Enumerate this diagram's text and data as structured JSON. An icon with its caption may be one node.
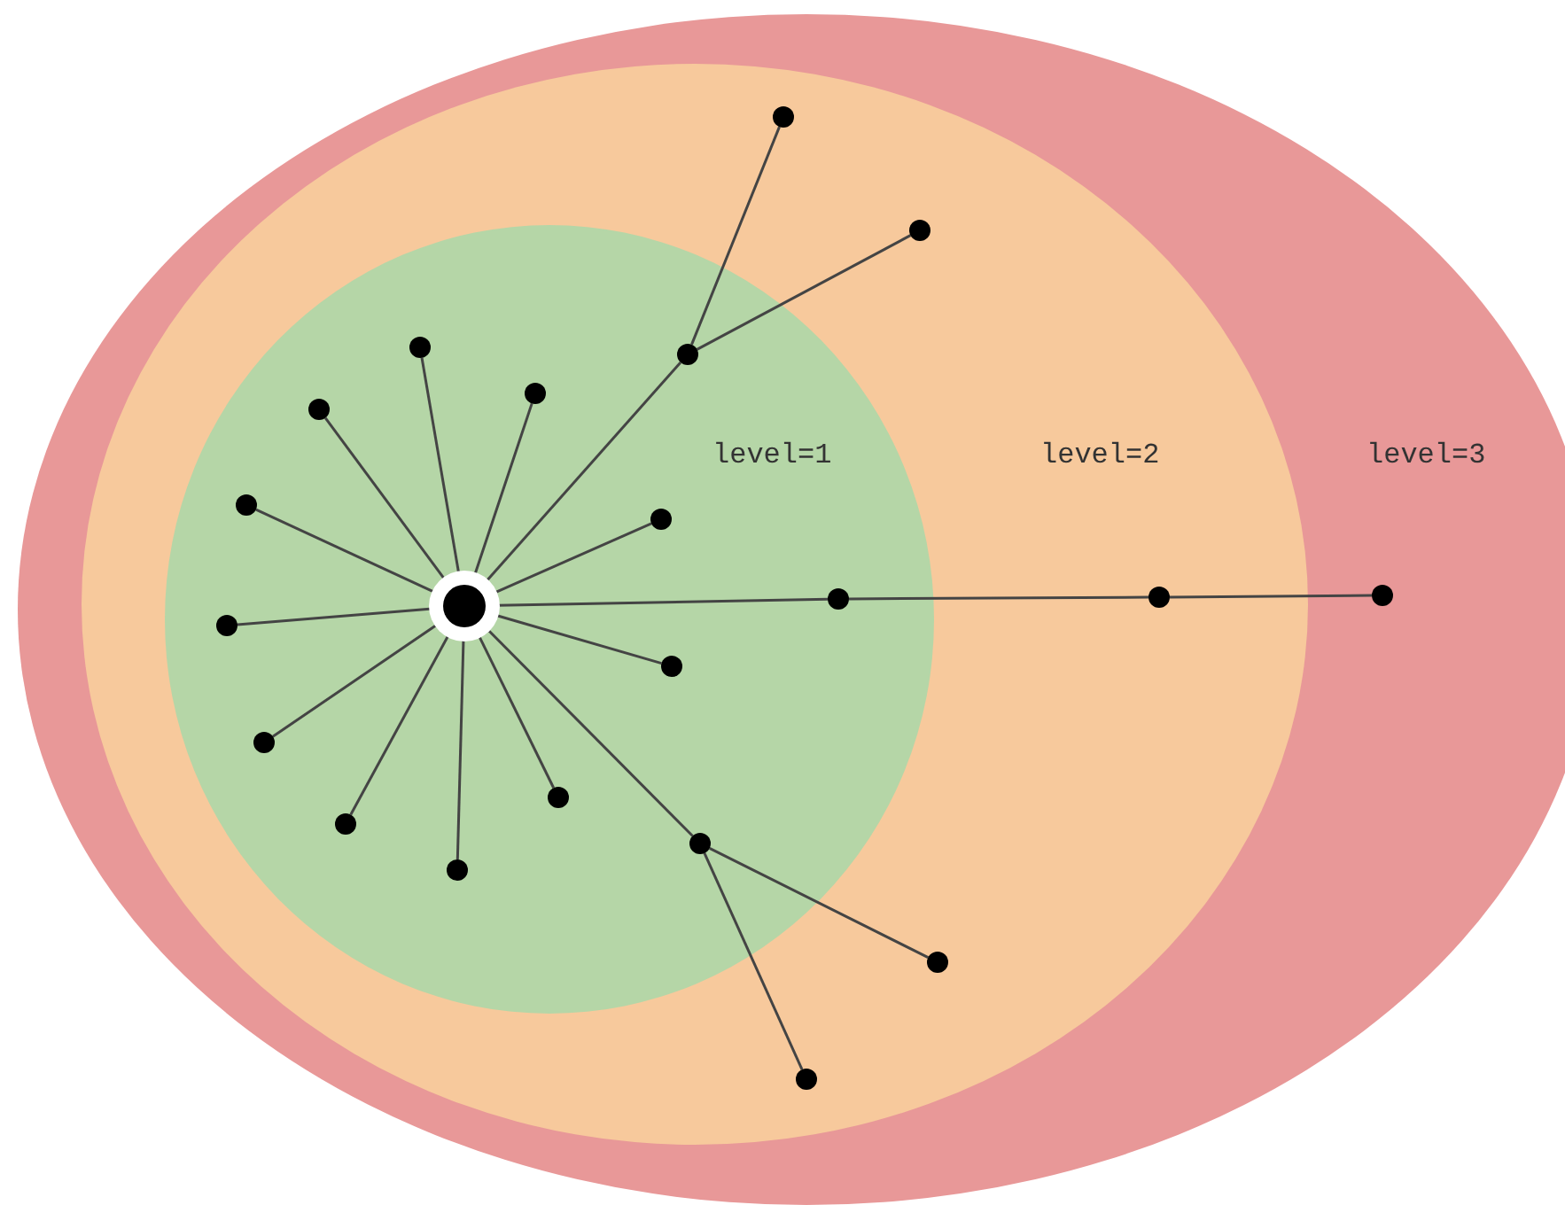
{
  "diagram": {
    "nodes": [
      {
        "text": [
          "level=3"
        ]
      },
      {
        "text": [
          "level=2"
        ],
        "in": 0
      },
      {
        "text": [
          "level=1"
        ],
        "in": 1
      },
      {
        "text": [],
        "shape": "circle",
        "in": 2
      },
      {
        "text": [],
        "shape": "circle",
        "in": 1
      },
      {
        "text": [],
        "shape": "circle",
        "in": 1
      },
      {
        "text": [],
        "shape": "circle",
        "in": 2
      },
      {
        "text": [],
        "shape": "circle",
        "in": 2
      },
      {
        "text": [],
        "shape": "circle",
        "in": 2
      },
      {
        "text": [],
        "shape": "circle",
        "in": 2
      },
      {
        "text": [],
        "shape": "circle",
        "in": 2
      },
      {
        "text": [],
        "shape": "circle",
        "in": 2
      },
      {
        "text": [],
        "shape": "circle",
        "in": 0
      },
      {
        "text": [],
        "shape": "circle",
        "in": 1
      },
      {
        "text": [],
        "shape": "circle",
        "in": 2
      },
      {
        "text": [],
        "shape": "circle",
        "in": 2
      },
      {
        "text": [],
        "shape": "circle",
        "in": 2
      },
      {
        "text": [],
        "shape": "circle",
        "in": 2
      },
      {
        "text": [],
        "shape": "circle",
        "in": 2
      },
      {
        "text": [],
        "shape": "circle",
        "in": 2
      },
      {
        "text": [],
        "shape": "circle",
        "in": 2
      },
      {
        "text": [],
        "shape": "circle",
        "in": 2
      },
      {
        "text": [],
        "shape": "circle",
        "in": 1
      },
      {
        "text": [],
        "shape": "circle",
        "in": 1
      }
    ],
    "edges": [
      {
        "from": 3,
        "to": 6,
        "arrow": "none"
      },
      {
        "from": 3,
        "to": 7,
        "arrow": "none"
      },
      {
        "from": 3,
        "to": 8,
        "arrow": "none"
      },
      {
        "from": 3,
        "to": 9,
        "arrow": "none"
      },
      {
        "from": 3,
        "to": 10,
        "arrow": "none"
      },
      {
        "from": 3,
        "to": 11,
        "arrow": "none"
      },
      {
        "from": 3,
        "to": 14,
        "arrow": "none"
      },
      {
        "from": 3,
        "to": 15,
        "arrow": "none"
      },
      {
        "from": 3,
        "to": 16,
        "arrow": "none"
      },
      {
        "from": 3,
        "to": 17,
        "arrow": "none"
      },
      {
        "from": 3,
        "to": 18,
        "arrow": "none"
      },
      {
        "from": 3,
        "to": 19,
        "arrow": "none"
      },
      {
        "from": 3,
        "to": 20,
        "arrow": "none"
      },
      {
        "from": 3,
        "to": 21,
        "arrow": "none"
      },
      {
        "from": 7,
        "to": 4,
        "arrow": "none"
      },
      {
        "from": 7,
        "to": 5,
        "arrow": "none"
      },
      {
        "from": 14,
        "to": 13,
        "arrow": "none"
      },
      {
        "from": 13,
        "to": 12,
        "arrow": "none"
      },
      {
        "from": 20,
        "to": 22,
        "arrow": "none"
      },
      {
        "from": 20,
        "to": 23,
        "arrow": "none"
      }
    ]
  }
}
